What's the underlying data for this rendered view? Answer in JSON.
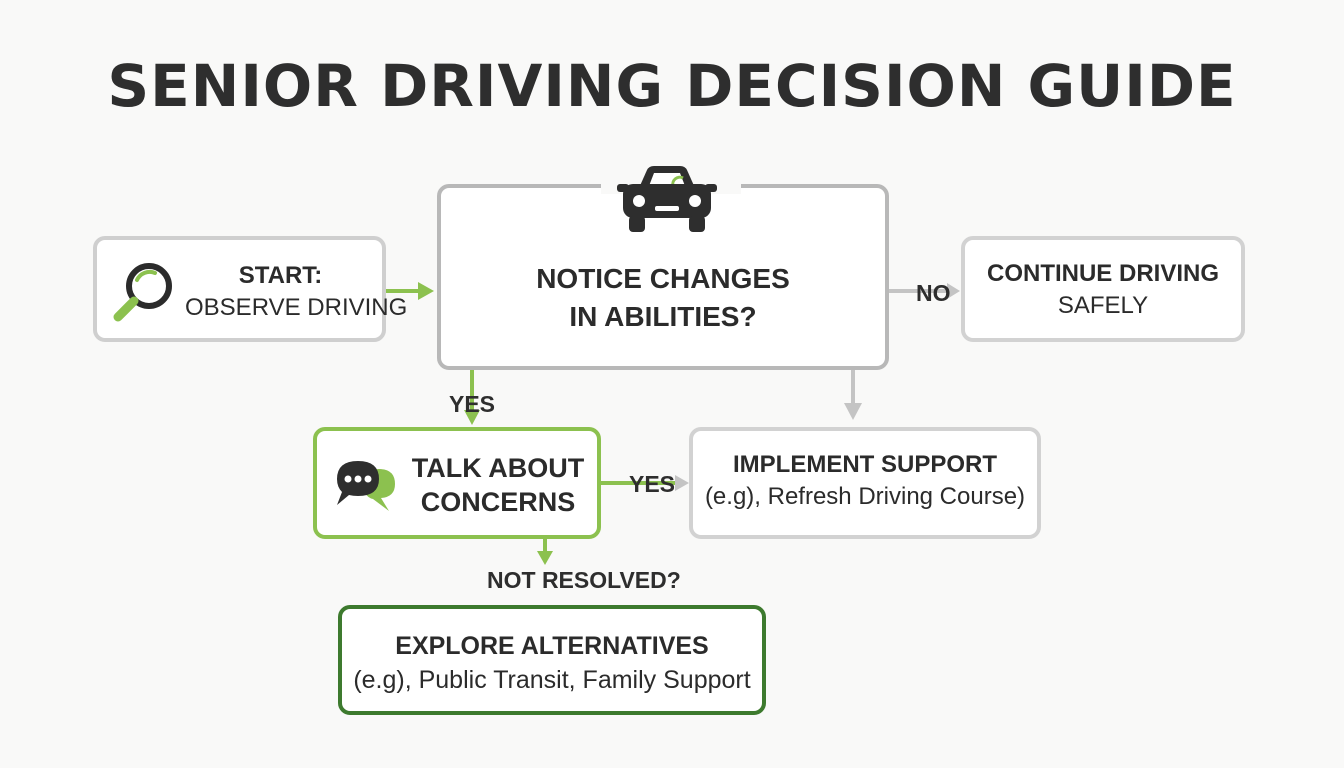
{
  "title": "SENIOR DRIVING DECISION GUIDE",
  "nodes": {
    "start": {
      "line1": "START:",
      "line2": "OBSERVE DRIVING",
      "icon": "magnifier-icon"
    },
    "decision": {
      "line1": "NOTICE CHANGES",
      "line2": "IN ABILITIES?",
      "icon": "car-icon"
    },
    "continue": {
      "line1": "CONTINUE DRIVING",
      "line2": "SAFELY"
    },
    "talk": {
      "line1": "TALK ABOUT",
      "line2": "CONCERNS",
      "icon": "chat-bubbles-icon"
    },
    "support": {
      "line1": "IMPLEMENT SUPPORT",
      "line2": "(e.g), Refresh Driving Course)"
    },
    "explore": {
      "line1": "EXPLORE ALTERNATIVES",
      "line2": "(e.g), Public Transit, Family Support"
    }
  },
  "edges": {
    "no": "NO",
    "yes_down": "YES",
    "yes_right": "YES",
    "not_resolved": "NOT RESOLVED?"
  },
  "colors": {
    "accent_green": "#8cc14f",
    "dark_green": "#3d7a2e",
    "gray_border": "#cfcfcf",
    "gray_arrow": "#c4c4c4",
    "text": "#2b2b2b"
  }
}
